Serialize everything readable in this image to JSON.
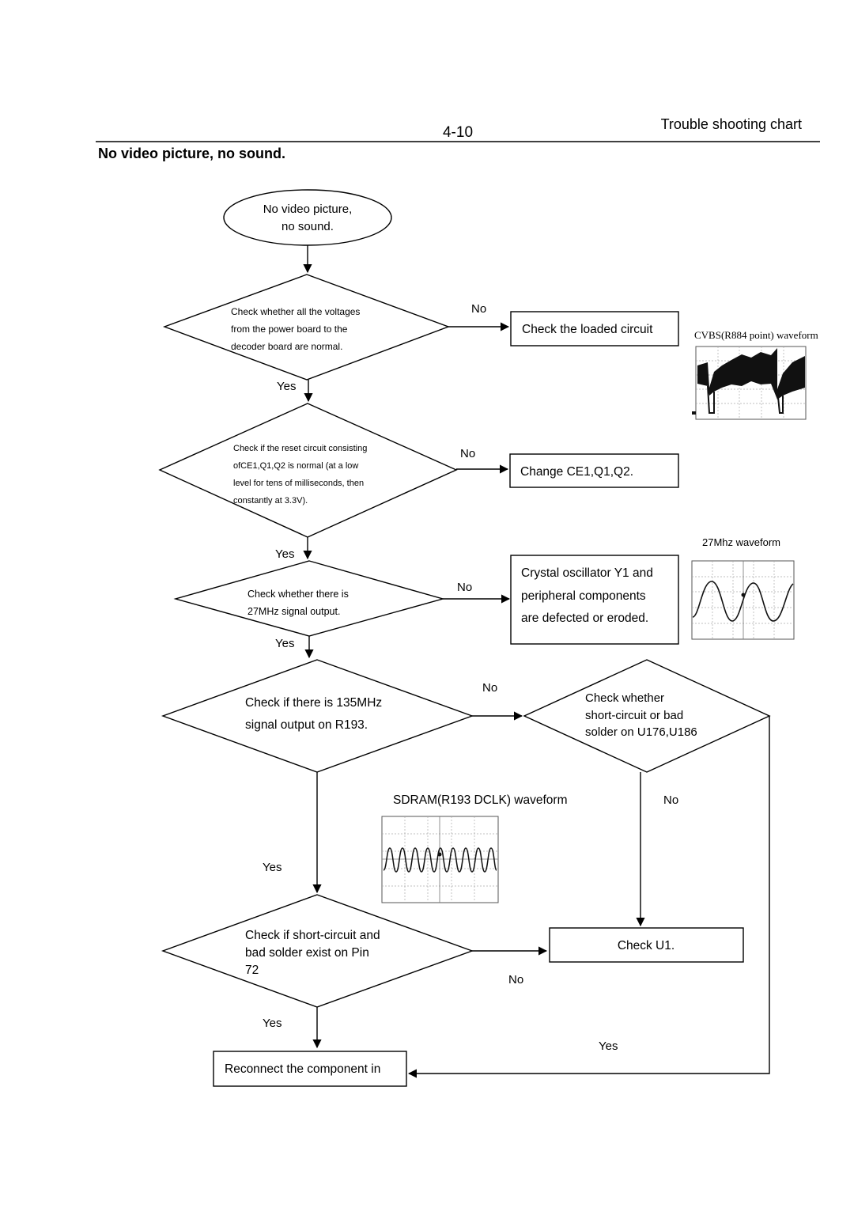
{
  "header": {
    "page_number": "4-10",
    "chart_title": "Trouble shooting chart",
    "section_title": "No video picture, no sound."
  },
  "nodes": {
    "start": {
      "line1": "No video picture,",
      "line2": "no sound."
    },
    "d1": {
      "line1": "Check  whether  all  the  voltages",
      "line2": "from  the  power  board  to  the",
      "line3": "decoder board are normal."
    },
    "a1": {
      "text": "Check the loaded circuit"
    },
    "d2": {
      "line1": "Check if the reset circuit consisting",
      "line2": "ofCE1,Q1,Q2  is  normal  (at  a  low",
      "line3": "level for tens of milliseconds, then",
      "line4": "constantly at 3.3V)."
    },
    "a2": {
      "text": "Change CE1,Q1,Q2."
    },
    "d3": {
      "line1": "Check  whether  there  is",
      "line2": "27MHz signal output."
    },
    "a3": {
      "line1": "Crystal oscillator Y1 and",
      "line2": "peripheral components",
      "line3": "are defected or eroded."
    },
    "d4": {
      "line1": "Check if there is 135MHz",
      "line2": "signal output on R193."
    },
    "d5": {
      "line1": "Check whether",
      "line2": "short-circuit or bad",
      "line3": "solder on U176,U186"
    },
    "d6": {
      "line1": "Check if short-circuit and",
      "line2": "bad solder exist on Pin",
      "line3": "72"
    },
    "a4": {
      "text": "Check U1."
    },
    "a5": {
      "text": "Reconnect the component in"
    }
  },
  "edges": {
    "d1_no": "No",
    "d1_yes": "Yes",
    "d2_no": "No",
    "d2_yes": "Yes",
    "d3_no": "No",
    "d3_yes": "Yes",
    "d4_no": "No",
    "d4_yes": "Yes",
    "d5_no": "No",
    "d5_yes": "Yes",
    "d6_no": "No",
    "d6_yes": "Yes"
  },
  "waveforms": {
    "cvbs": "CVBS(R884 point) waveform",
    "mhz27": "27Mhz waveform",
    "sdram": "SDRAM(R193 DCLK) waveform"
  }
}
